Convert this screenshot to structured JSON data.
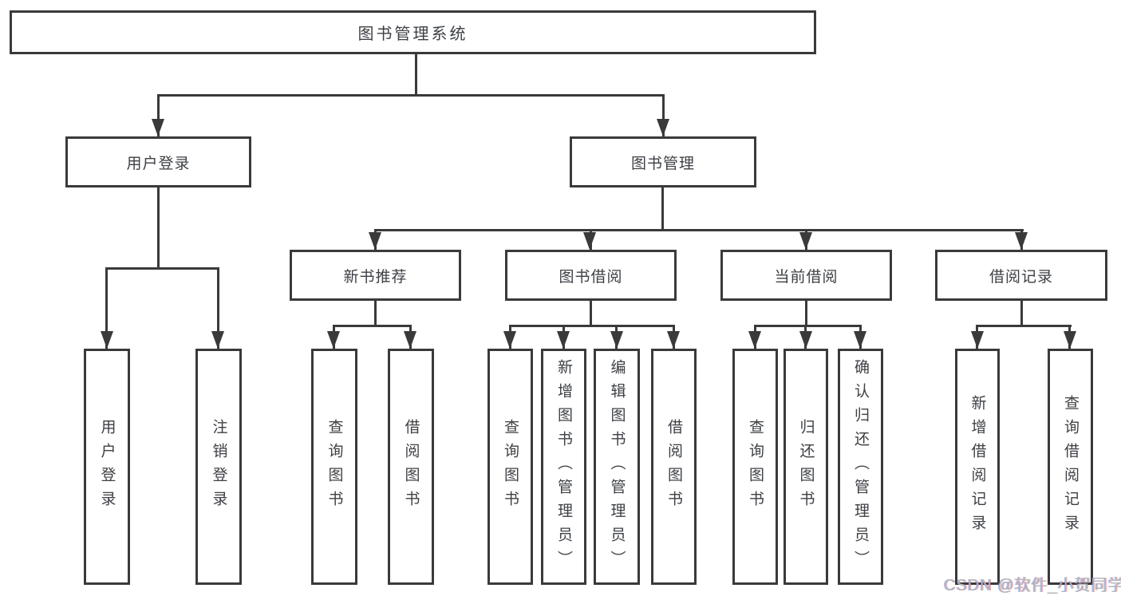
{
  "title": "图书管理系统",
  "colors": {
    "line": "#3a3a3a",
    "box_border": "#3a3a3a",
    "text": "#3d4045",
    "watermark": "#b3b7bc",
    "background": "#ffffff"
  },
  "tree": {
    "label": "图书管理系统",
    "children": [
      {
        "label": "用户登录",
        "children": [
          {
            "label": "用户登录"
          },
          {
            "label": "注销登录"
          }
        ]
      },
      {
        "label": "图书管理",
        "children": [
          {
            "label": "新书推荐",
            "children": [
              {
                "label": "查询图书"
              },
              {
                "label": "借阅图书"
              }
            ]
          },
          {
            "label": "图书借阅",
            "children": [
              {
                "label": "查询图书"
              },
              {
                "label": "新增图书（管理员）"
              },
              {
                "label": "编辑图书（管理员）"
              },
              {
                "label": "借阅图书"
              }
            ]
          },
          {
            "label": "当前借阅",
            "children": [
              {
                "label": "查询图书"
              },
              {
                "label": "归还图书"
              },
              {
                "label": "确认归还（管理员）"
              }
            ]
          },
          {
            "label": "借阅记录",
            "children": [
              {
                "label": "新增借阅记录"
              },
              {
                "label": "查询借阅记录"
              }
            ]
          }
        ]
      }
    ]
  },
  "watermark": {
    "text": "CSDN @软件_小贺同学"
  }
}
